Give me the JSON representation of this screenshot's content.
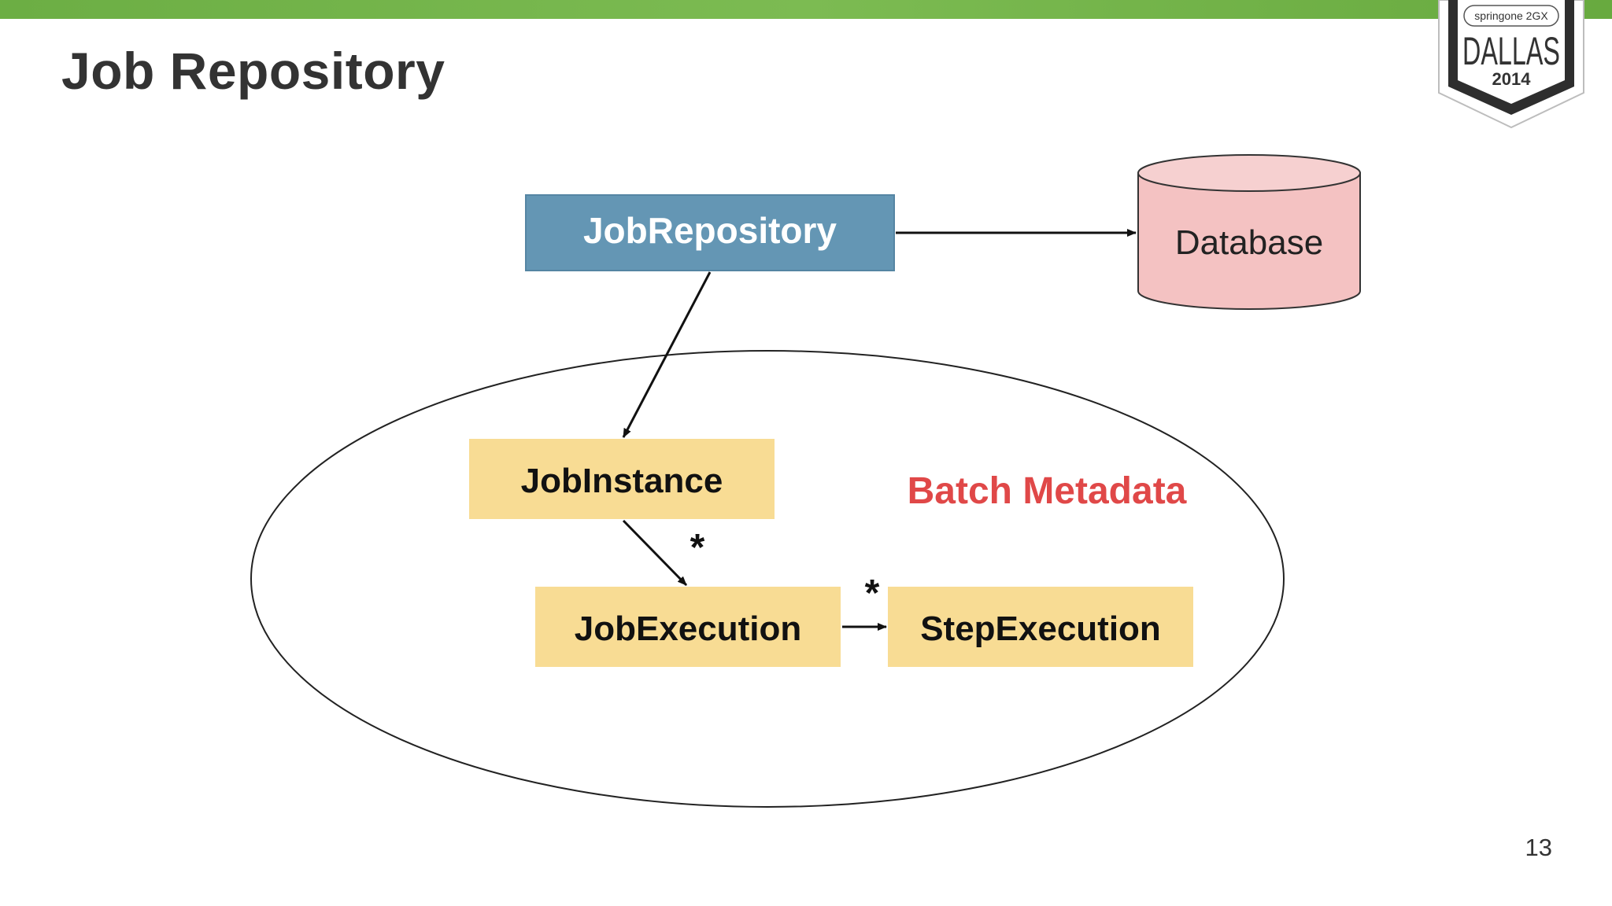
{
  "slide": {
    "title": "Job Repository",
    "page_number": "13"
  },
  "badge": {
    "brand": "springone 2GX",
    "city": "DALLAS",
    "year": "2014"
  },
  "diagram": {
    "nodes": {
      "job_repository": "JobRepository",
      "database": "Database",
      "job_instance": "JobInstance",
      "job_execution": "JobExecution",
      "step_execution": "StepExecution"
    },
    "region_label": "Batch Metadata",
    "multiplicity_instance_execution": "*",
    "multiplicity_execution_step": "*",
    "colors": {
      "job_repository_fill": "#6496b4",
      "metadata_fill": "#f8dc94",
      "database_fill": "#f4c2c2",
      "region_label": "#e04848",
      "top_bar": "#72b347"
    }
  }
}
